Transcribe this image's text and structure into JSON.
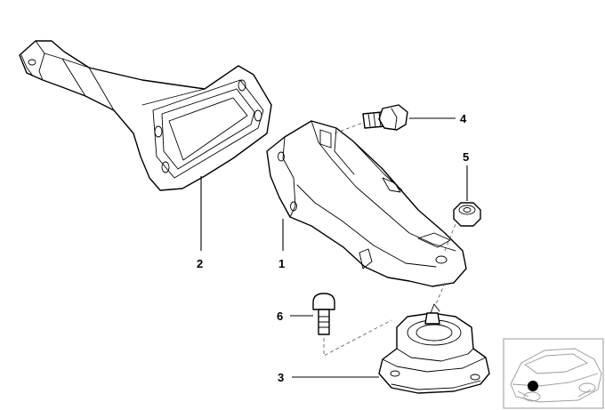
{
  "diagram": {
    "callouts": [
      {
        "id": "part-1",
        "label": "1"
      },
      {
        "id": "part-2",
        "label": "2"
      },
      {
        "id": "part-3",
        "label": "3"
      },
      {
        "id": "part-4",
        "label": "4"
      },
      {
        "id": "part-5",
        "label": "5"
      },
      {
        "id": "part-6",
        "label": "6"
      }
    ],
    "colors": {
      "line": "#000000",
      "background": "#ffffff",
      "thumbnail_marker": "#000000"
    },
    "thumbnail": {
      "icon": "car-location-icon"
    }
  }
}
